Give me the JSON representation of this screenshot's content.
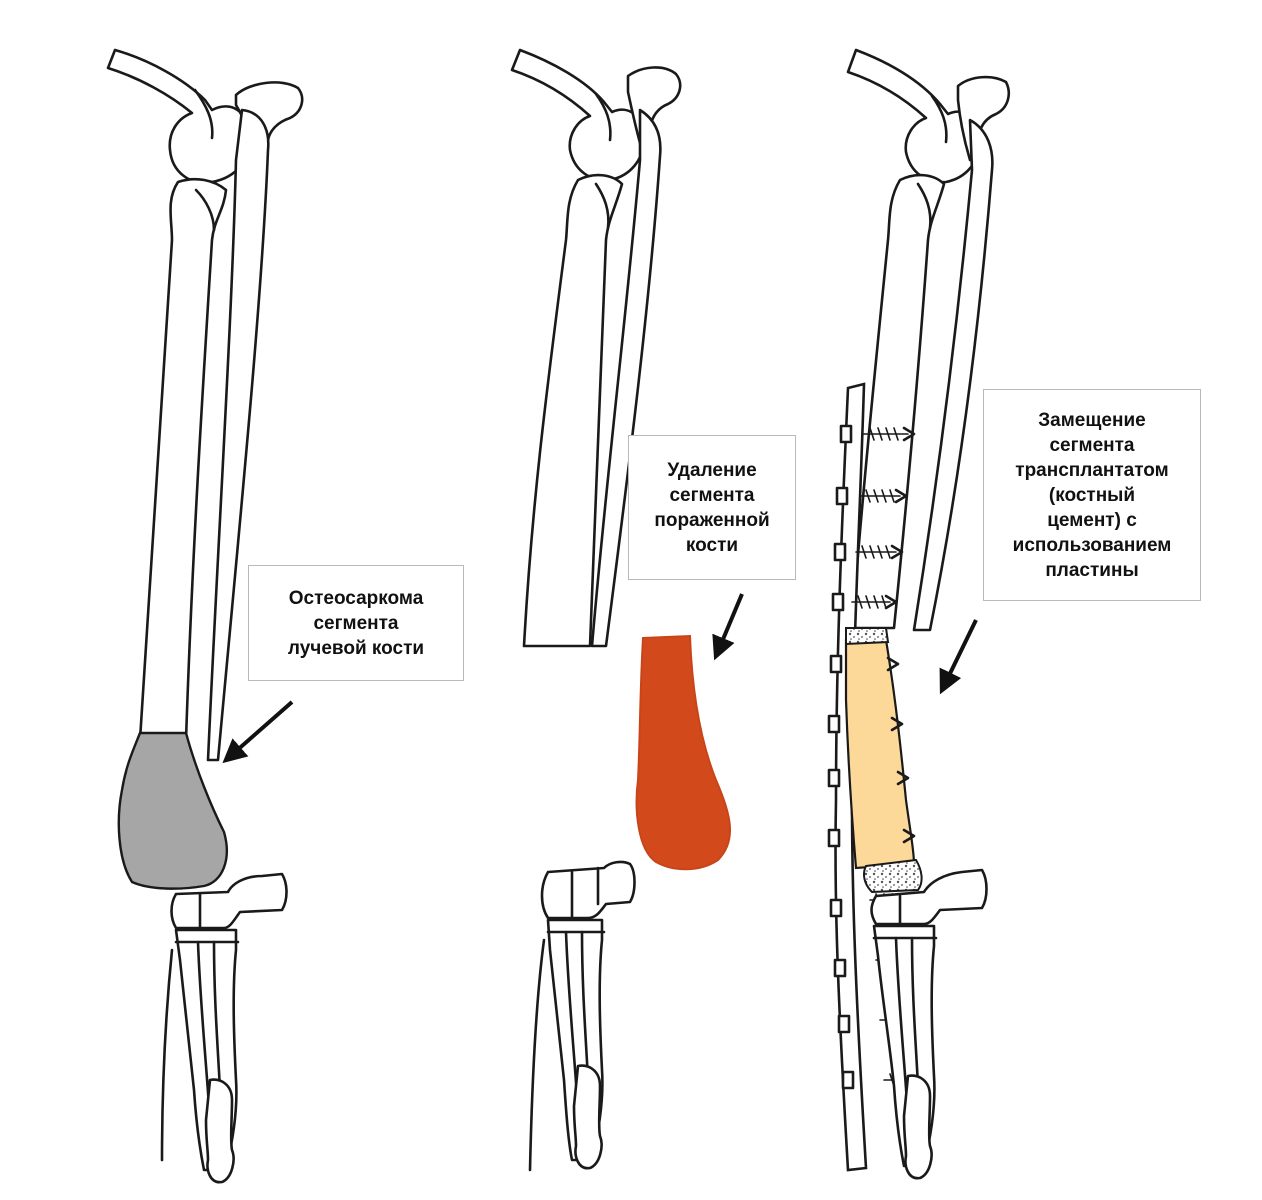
{
  "labels": {
    "osteosarcoma": "Остеосаркома\nсегмента\nлучевой кости",
    "removal": "Удаление\nсегмента\nпораженной\nкости",
    "replacement": "Замещение\nсегмента\nтрансплантатом\n(костный\nцемент) с\nиспользованием\nпластины"
  },
  "colors": {
    "tumor": "#a6a6a6",
    "removed_segment": "#d2491c",
    "graft": "#fcd899",
    "plate": "#ffffff",
    "outline": "#1a1a1a",
    "label_border": "#b9b9b9"
  },
  "icons": {
    "arrow": "arrow-icon",
    "screw": "screw-icon"
  }
}
